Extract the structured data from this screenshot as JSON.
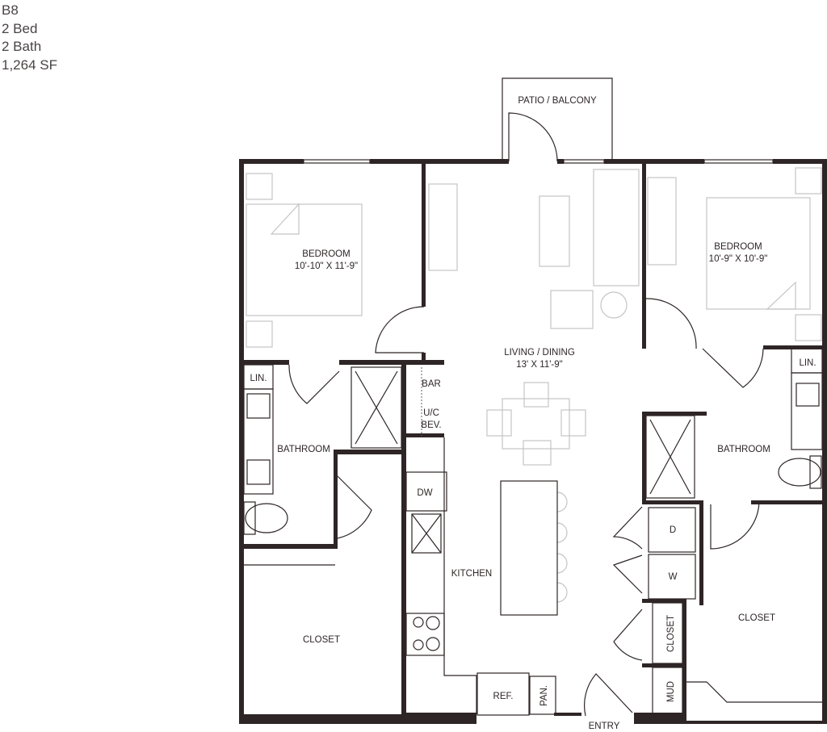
{
  "unit": {
    "name": "B8",
    "beds": "2 Bed",
    "baths": "2 Bath",
    "area": "1,264 SF"
  },
  "rooms": {
    "patio": "PATIO / BALCONY",
    "bedroom1": {
      "label": "BEDROOM",
      "dims": "10'-10\" X 11'-9\""
    },
    "bedroom2": {
      "label": "BEDROOM",
      "dims": "10'-9\" X 10'-9\""
    },
    "living": {
      "label": "LIVING / DINING",
      "dims": "13' X 11'-9\""
    },
    "bathroom1": "BATHROOM",
    "bathroom2": "BATHROOM",
    "linen1": "LIN.",
    "linen2": "LIN.",
    "bar": "BAR",
    "uc_bev_1": "U/C",
    "uc_bev_2": "BEV.",
    "dw": "DW",
    "kitchen": "KITCHEN",
    "ref": "REF.",
    "pantry": "PAN.",
    "entry": "ENTRY",
    "dryer": "D",
    "washer": "W",
    "closet_small": "CLOSET",
    "mud": "MUD",
    "closet1": "CLOSET",
    "closet2": "CLOSET"
  }
}
